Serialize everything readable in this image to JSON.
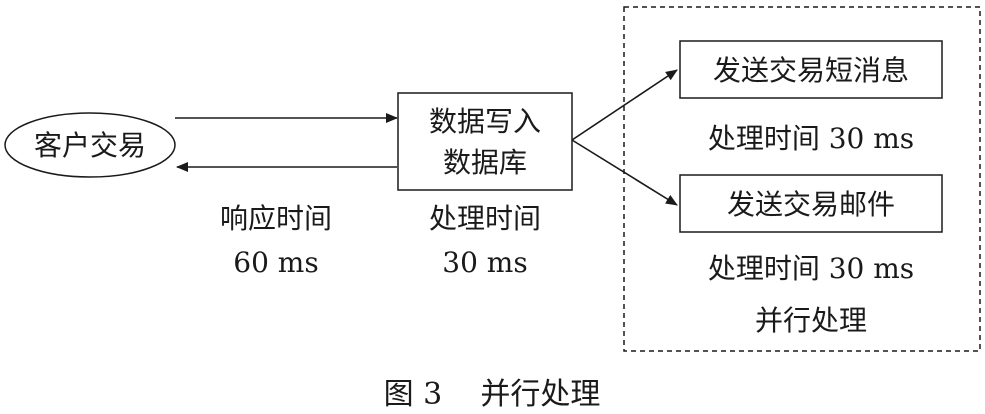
{
  "diagram": {
    "client": "客户交易",
    "db_box": {
      "line1": "数据写入",
      "line2": "数据库"
    },
    "response": {
      "label": "响应时间",
      "value": "60 ms"
    },
    "db_processing": {
      "label": "处理时间",
      "value": "30 ms"
    },
    "sms_box": "发送交易短消息",
    "sms_time": "处理时间 30 ms",
    "mail_box": "发送交易邮件",
    "mail_time": "处理时间 30 ms",
    "parallel_label": "并行处理"
  },
  "caption": "图 3    并行处理"
}
